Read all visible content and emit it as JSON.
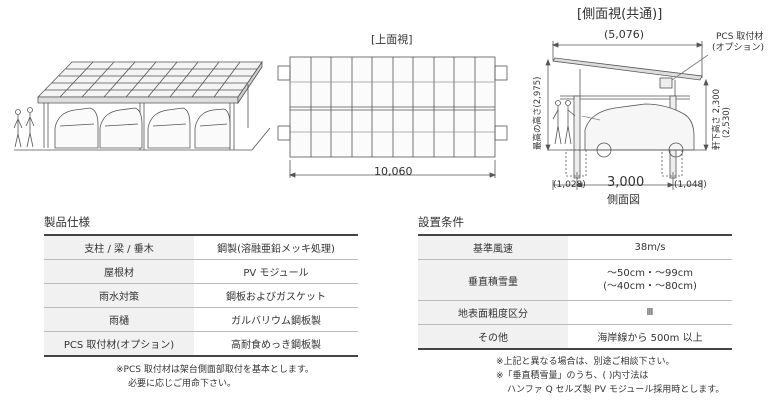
{
  "top_view": {
    "title": "[上面視]",
    "width_dim": "10,060"
  },
  "side_view": {
    "title": "[側面視(共通)]",
    "overall_dim": "(5,076)",
    "pcs_note_line1": "PCS 取付材",
    "pcs_note_line2": "(オプション)",
    "max_height": "最高の高さ(2,975)",
    "eave_height_1": "軒下高さ 2,300",
    "eave_height_2": "(2,530)",
    "left_overhang": "(1,028)",
    "span": "3,000",
    "right_overhang": "(1,048)",
    "caption": "側面図"
  },
  "product_specs": {
    "title": "製品仕様",
    "rows": [
      {
        "item": "支柱 / 梁 / 垂木",
        "value": "鋼製(溶融亜鉛メッキ処理)"
      },
      {
        "item": "屋根材",
        "value": "PV モジュール"
      },
      {
        "item": "雨水対策",
        "value": "鋼板およびガスケット"
      },
      {
        "item": "雨樋",
        "value": "ガルバリウム鋼板製"
      },
      {
        "item": "PCS 取付材(オプション)",
        "value": "高耐食めっき鋼板製"
      }
    ],
    "note_line1": "※PCS 取付材は架台側面部取付を基本とします。",
    "note_line2": "必要に応じご用命下さい。"
  },
  "install_conditions": {
    "title": "設置条件",
    "rows": [
      {
        "item": "基準風速",
        "value": "38m/s"
      },
      {
        "item": "垂直積雪量",
        "value": "～50cm・～99cm",
        "value2": "(～40cm・～80cm)"
      },
      {
        "item": "地表面粗度区分",
        "value": "Ⅲ"
      },
      {
        "item": "その他",
        "value": "海岸線から 500m 以上"
      }
    ],
    "note_line1": "※上記と異なる場合は、別途ご相談下さい。",
    "note_line2": "※「垂直積雪量」のうち、( )内寸法は",
    "note_line3": "ハンファ Q セルズ製 PV モジュール採用時とします。"
  },
  "colors": {
    "line": "#555555",
    "text": "#333333",
    "row_bg": "#f1f1f1"
  }
}
